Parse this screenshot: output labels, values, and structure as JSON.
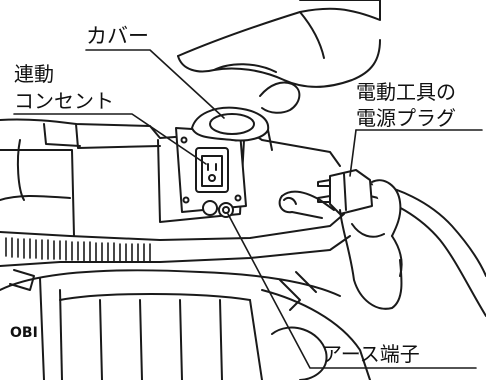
{
  "labels": {
    "cover": "カバー",
    "outlet_line1": "連動",
    "outlet_line2": "コンセント",
    "plug_line1": "電動工具の",
    "plug_line2": "電源プラグ",
    "earth_terminal": "アース端子",
    "brand_mark": "OBI"
  }
}
